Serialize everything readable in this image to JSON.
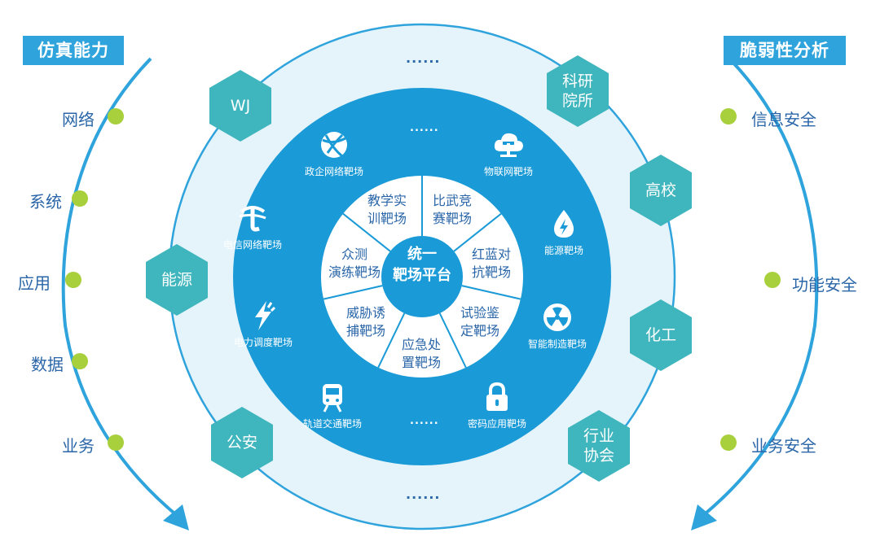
{
  "left_panel": {
    "title": "仿真能力",
    "items": [
      "网络",
      "系统",
      "应用",
      "数据",
      "业务"
    ]
  },
  "right_panel": {
    "title": "脆弱性分析",
    "items": [
      "信息安全",
      "功能安全",
      "业务安全"
    ]
  },
  "outer_ring": {
    "ellipsis_top": "......",
    "ellipsis_bottom": "......",
    "hexagons": [
      "WJ",
      "能源",
      "公安",
      "科研\n院所",
      "高校",
      "化工",
      "行业\n协会"
    ]
  },
  "middle_ring": {
    "ellipsis_top": "......",
    "ellipsis_bottom": "......",
    "ranges": [
      {
        "label": "政企网络靶场",
        "icon": "globe-icon"
      },
      {
        "label": "物联网靶场",
        "icon": "cloud-network-icon"
      },
      {
        "label": "电信网络靶场",
        "icon": "telecom-logo-icon"
      },
      {
        "label": "能源靶场",
        "icon": "drop-bolt-icon"
      },
      {
        "label": "电力调度靶场",
        "icon": "lightning-icon"
      },
      {
        "label": "智能制造靶场",
        "icon": "radiation-icon"
      },
      {
        "label": "轨道交通靶场",
        "icon": "train-icon"
      },
      {
        "label": "密码应用靶场",
        "icon": "lock-icon"
      }
    ]
  },
  "inner_ring": {
    "sectors": [
      "教学实\n训靶场",
      "比武竞\n赛靶场",
      "红蓝对\n抗靶场",
      "试验鉴\n定靶场",
      "应急处\n置靶场",
      "威胁诱\n捕靶场",
      "众测\n演练靶场"
    ]
  },
  "center": {
    "label": "统一\n靶场平台"
  },
  "colors": {
    "primary_blue": "#1a9ad6",
    "title_blue": "#2ea3dc",
    "light_ring": "#e5f4fb",
    "hex_teal": "#3fb5bd",
    "dot_green": "#a8cf3c",
    "text_blue": "#2a66a8"
  }
}
